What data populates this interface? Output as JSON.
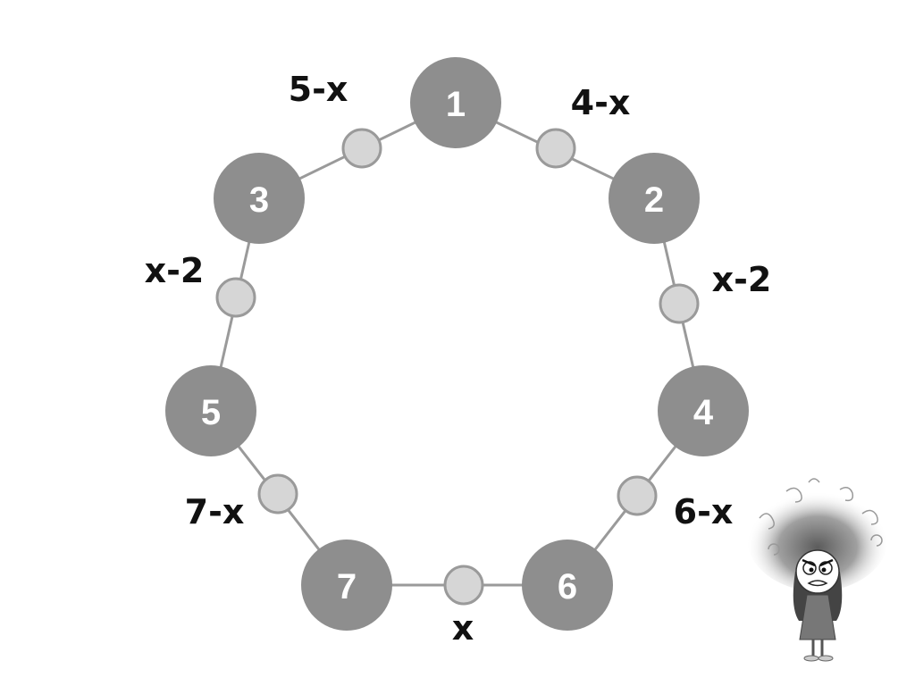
{
  "diagram": {
    "nodes": [
      {
        "id": "n1",
        "label": "1"
      },
      {
        "id": "n2",
        "label": "2"
      },
      {
        "id": "n3",
        "label": "3"
      },
      {
        "id": "n4",
        "label": "4"
      },
      {
        "id": "n5",
        "label": "5"
      },
      {
        "id": "n6",
        "label": "6"
      },
      {
        "id": "n7",
        "label": "7"
      }
    ],
    "edges": [
      {
        "from": "n1",
        "to": "n3",
        "label": "5-x"
      },
      {
        "from": "n1",
        "to": "n2",
        "label": "4-x"
      },
      {
        "from": "n3",
        "to": "n5",
        "label": "x-2"
      },
      {
        "from": "n2",
        "to": "n4",
        "label": "x-2"
      },
      {
        "from": "n5",
        "to": "n7",
        "label": "7-x"
      },
      {
        "from": "n4",
        "to": "n6",
        "label": "6-x"
      },
      {
        "from": "n7",
        "to": "n6",
        "label": "x"
      }
    ],
    "colors": {
      "node": "#8e8e8e",
      "midpoint": "#d6d6d6",
      "line": "#9a9a9a",
      "text": "#111111"
    }
  }
}
